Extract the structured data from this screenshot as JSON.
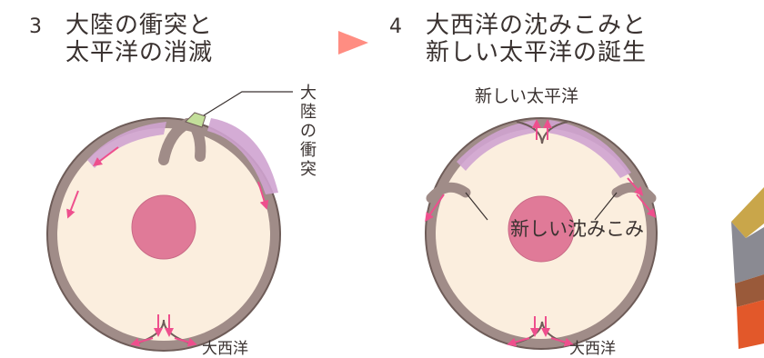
{
  "colors": {
    "mantle": "#fbeede",
    "crust": "#a08c88",
    "crust_stroke": "#6e5c58",
    "core": "#e07a98",
    "core_stroke": "#c96a86",
    "continent": "#cfa3d0",
    "collision_zone": "#c3df9a",
    "arrow": "#ee4f8d",
    "triangle": "#ff8d82",
    "text": "#3a3230"
  },
  "panel1": {
    "number": "3",
    "title_line1": "大陸の衝突と",
    "title_line2": "太平洋の消滅",
    "label_collision": "大陸の衝突",
    "label_atlantic": "大西洋"
  },
  "panel2": {
    "number": "4",
    "title_line1": "大西洋の沈みこみと",
    "title_line2": "新しい太平洋の誕生",
    "label_new_pacific": "新しい太平洋",
    "label_new_subduction": "新しい沈みこみ",
    "label_atlantic": "大西洋"
  },
  "icons": {
    "step_arrow": "triangle-right-icon"
  }
}
